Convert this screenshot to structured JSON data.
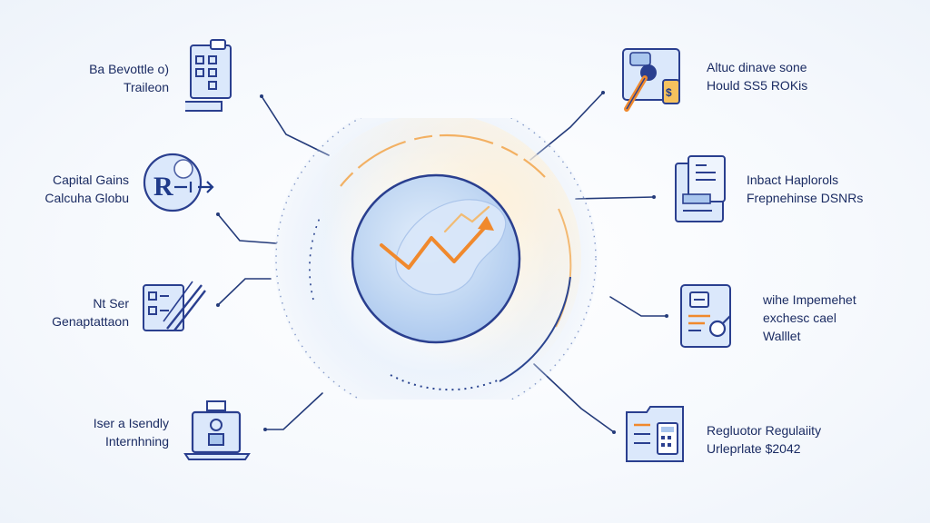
{
  "diagram": {
    "center": {
      "icon": "upward-trend-chart-icon"
    },
    "left_nodes": [
      {
        "icon": "tax-forms-clipboard-icon",
        "lines": [
          "Ba Bevottle o)",
          "Traileon"
        ]
      },
      {
        "icon": "currency-exchange-circle-icon",
        "lines": [
          "Capital Gains",
          "Calcuha Globu"
        ]
      },
      {
        "icon": "report-editing-pencil-icon",
        "lines": [
          "Nt Ser",
          "Genaptattaon"
        ]
      },
      {
        "icon": "laptop-user-icon",
        "lines": [
          "Iser a Isendly",
          "Internhning"
        ]
      }
    ],
    "right_nodes": [
      {
        "icon": "security-tools-icon",
        "lines": [
          "Altuc dinave sone",
          "Hould SS5 ROKis"
        ]
      },
      {
        "icon": "documents-stack-icon",
        "lines": [
          "Inbact Haplorols",
          "Frepnehinse DSNRs"
        ]
      },
      {
        "icon": "wallet-calculator-icon",
        "lines": [
          "wihe Impemehet",
          "exchesc cael",
          "Walllet"
        ]
      },
      {
        "icon": "regulatory-folder-calculator-icon",
        "lines": [
          "Regluotor Regulaiity",
          "Urleprlate $2042"
        ]
      }
    ]
  },
  "colors": {
    "navy": "#1f3a8a",
    "line": "#243b7a",
    "accent_orange": "#f29a3a",
    "center_fill": "#c7dcf6",
    "icon_fill": "#dbe8fb"
  }
}
